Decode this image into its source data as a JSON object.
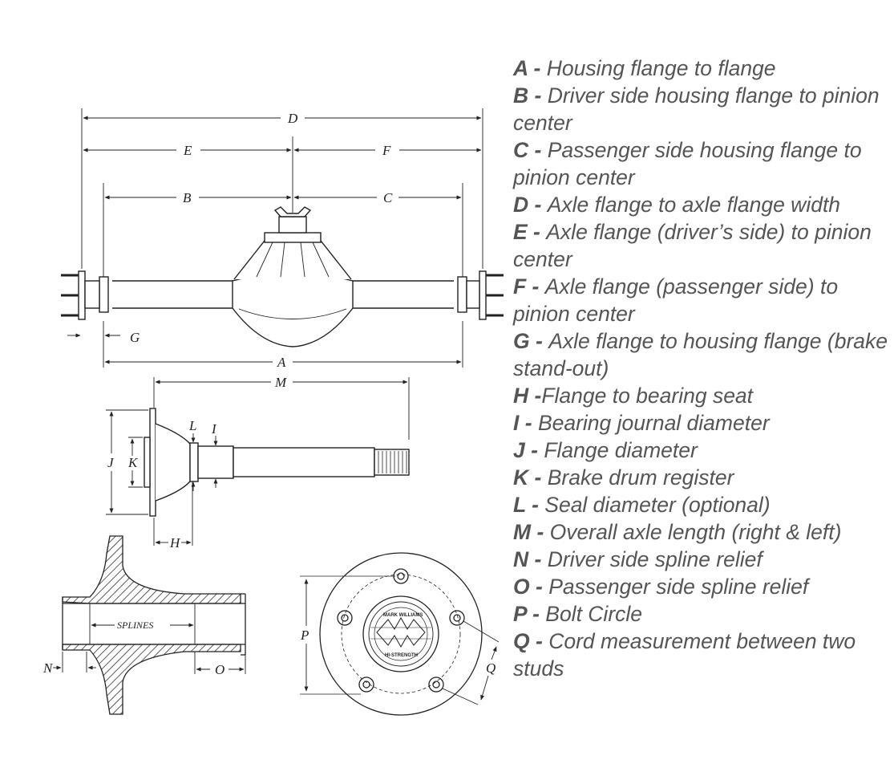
{
  "legend": [
    {
      "key": "A",
      "sep": " - ",
      "text": "Housing flange to flange"
    },
    {
      "key": "B",
      "sep": " - ",
      "text": "Driver side housing flange to pinion center"
    },
    {
      "key": "C",
      "sep": " - ",
      "text": "Passenger side housing flange to pinion center"
    },
    {
      "key": "D",
      "sep": " - ",
      "text": "Axle flange to axle flange width"
    },
    {
      "key": "E",
      "sep": " - ",
      "text": "Axle flange (driver’s side) to pinion center"
    },
    {
      "key": "F",
      "sep": " - ",
      "text": "Axle flange (passenger side) to pinion center"
    },
    {
      "key": "G",
      "sep": " - ",
      "text": "Axle flange to housing flange (brake stand-out)"
    },
    {
      "key": "H",
      "sep": " -",
      "text": "Flange to bearing seat"
    },
    {
      "key": "I",
      "sep": " - ",
      "text": "Bearing journal diameter"
    },
    {
      "key": "J",
      "sep": " - ",
      "text": "Flange diameter"
    },
    {
      "key": "K",
      "sep": " - ",
      "text": "Brake drum register"
    },
    {
      "key": "L",
      "sep": " - ",
      "text": "Seal diameter (optional)"
    },
    {
      "key": "M",
      "sep": " - ",
      "text": "Overall axle length (right & left)"
    },
    {
      "key": "N",
      "sep": " - ",
      "text": "Driver side spline relief"
    },
    {
      "key": "O",
      "sep": " - ",
      "text": "Passenger side spline relief"
    },
    {
      "key": "P",
      "sep": " - ",
      "text": "Bolt Circle"
    },
    {
      "key": "Q",
      "sep": " - ",
      "text": "Cord measurement between two studs"
    }
  ],
  "diagram": {
    "labels": {
      "A": "A",
      "B": "B",
      "C": "C",
      "D": "D",
      "E": "E",
      "F": "F",
      "G": "G",
      "H": "H",
      "I": "I",
      "J": "J",
      "K": "K",
      "L": "L",
      "M": "M",
      "N": "N",
      "O": "O",
      "P": "P",
      "Q": "Q"
    },
    "splines": "SPLINES",
    "badge_top": "MARK WILLIAMS",
    "badge_bottom": "HI-STRENGTH"
  }
}
